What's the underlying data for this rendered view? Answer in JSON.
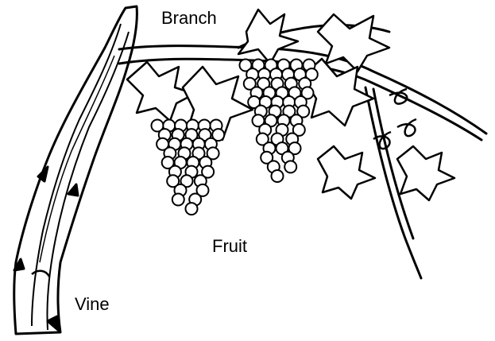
{
  "labels": {
    "branch": "Branch",
    "fruit": "Fruit",
    "vine": "Vine"
  },
  "colors": {
    "ink": "#000000",
    "paper": "#ffffff"
  }
}
